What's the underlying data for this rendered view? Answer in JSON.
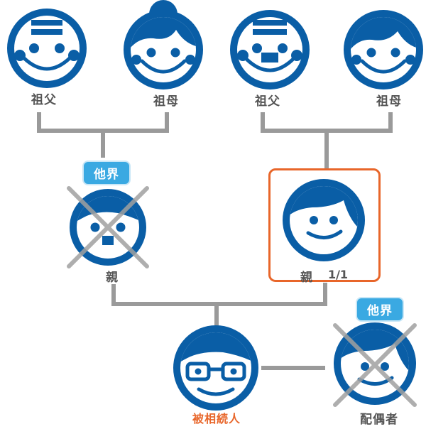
{
  "colors": {
    "face_blue": "#0a5ea6",
    "connector_gray": "#9a9a9a",
    "label_gray": "#555555",
    "heir_orange": "#e8662a",
    "badge_blue": "#3aa9e2",
    "cross_gray": "#a0a0a0"
  },
  "grandparents_left": {
    "grandfather": {
      "label": "祖父",
      "icon": "grandfather-face-icon"
    },
    "grandmother": {
      "label": "祖母",
      "icon": "grandmother-bun-face-icon"
    }
  },
  "grandparents_right": {
    "grandfather": {
      "label": "祖父",
      "icon": "grandfather-mustache-face-icon"
    },
    "grandmother": {
      "label": "祖母",
      "icon": "grandmother-face-icon"
    }
  },
  "parent_left": {
    "label": "親",
    "badge": "他界",
    "icon": "father-face-icon",
    "status": "deceased"
  },
  "parent_right": {
    "label": "親",
    "share": "1/1",
    "icon": "mother-face-icon",
    "status": "highlighted"
  },
  "decedent": {
    "label": "被相続人",
    "icon": "glasses-face-icon"
  },
  "spouse": {
    "label": "配偶者",
    "badge": "他界",
    "icon": "spouse-face-icon",
    "status": "deceased"
  }
}
